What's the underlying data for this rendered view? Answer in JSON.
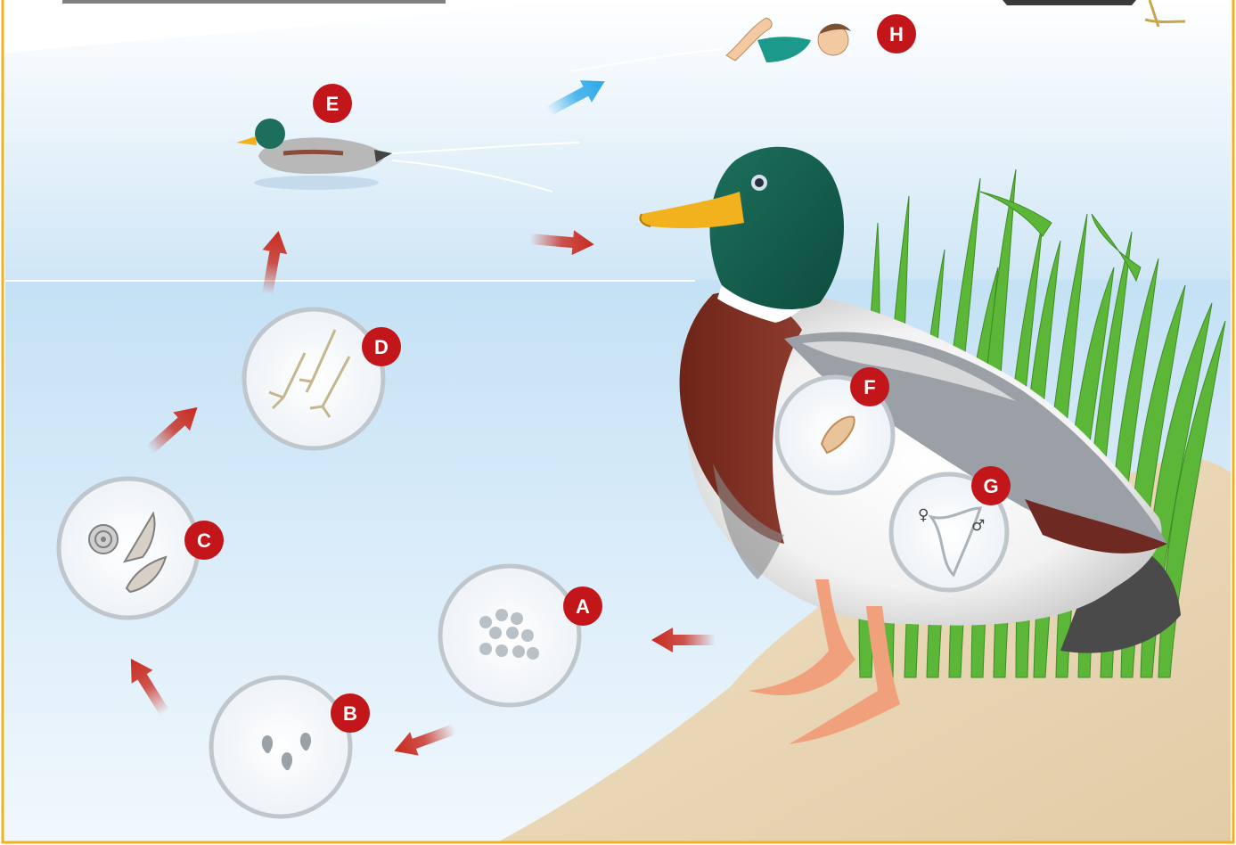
{
  "diagram": {
    "stages": [
      {
        "id": "A",
        "label": "A"
      },
      {
        "id": "B",
        "label": "B"
      },
      {
        "id": "C",
        "label": "C"
      },
      {
        "id": "D",
        "label": "D"
      },
      {
        "id": "E",
        "label": "E"
      },
      {
        "id": "F",
        "label": "F"
      },
      {
        "id": "G",
        "label": "G"
      },
      {
        "id": "H",
        "label": "H"
      }
    ],
    "symbols": {
      "female": "♀",
      "male": "♂"
    },
    "colors": {
      "sky_top": "#ffffff",
      "sky_bottom": "#cfe6f6",
      "water_top": "#c4e1f5",
      "water_bottom": "#f1f8fd",
      "shore": "#e7d4b2",
      "stage_badge": "#c2161b",
      "lifecycle_arrow": "#c82a1f",
      "human_infection_arrow": "#2aa8e8",
      "border": "#f2b21e"
    }
  }
}
